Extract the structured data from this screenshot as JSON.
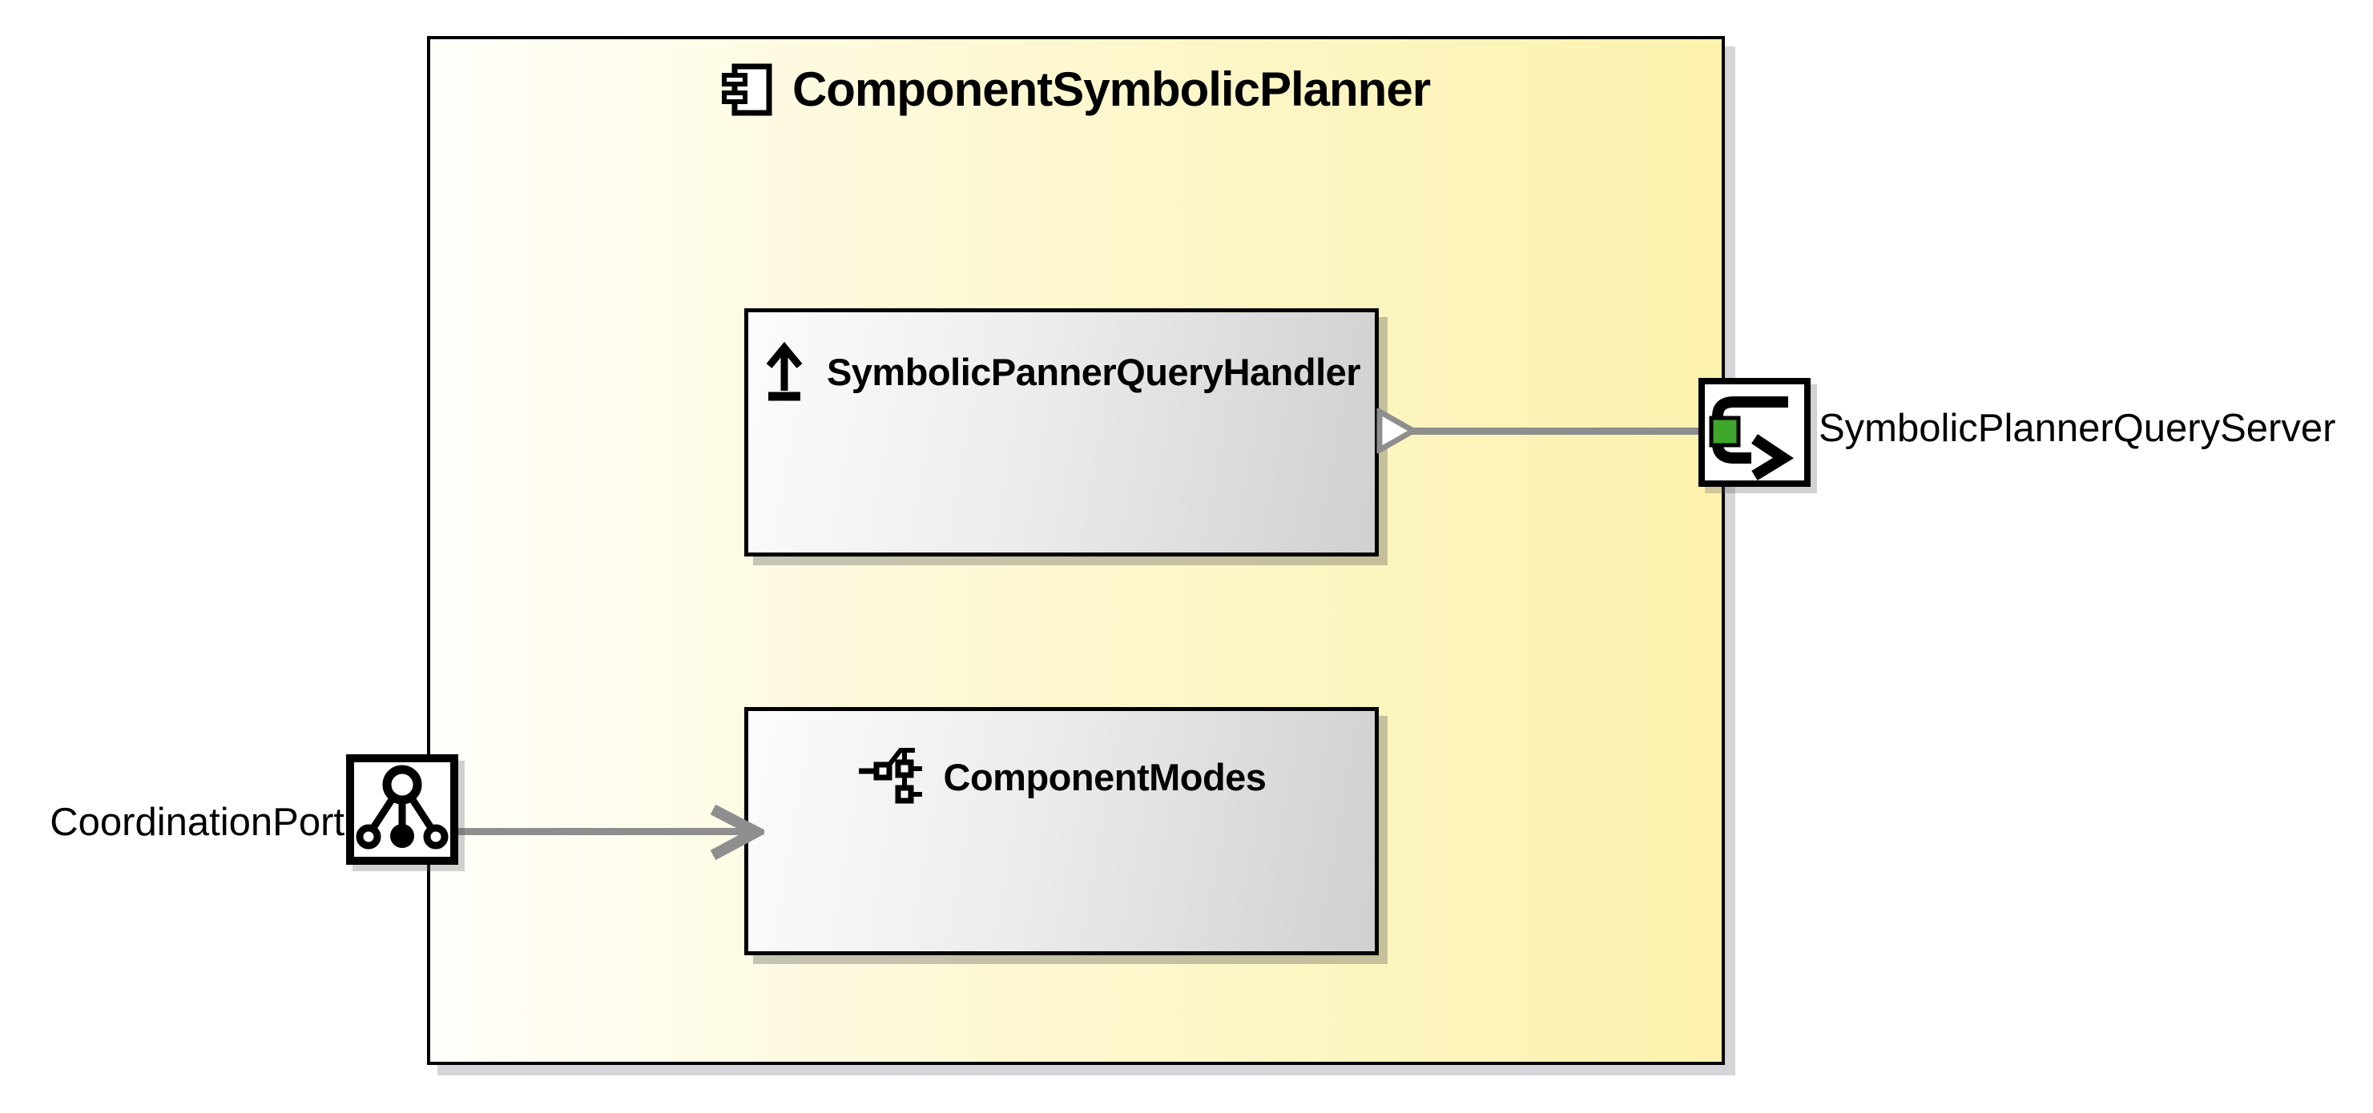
{
  "diagram": {
    "type": "component-diagram",
    "title": "ComponentSymbolicPlanner"
  },
  "inner_components": [
    {
      "name": "SymbolicPannerQueryHandler",
      "icon": "upload-arrow-icon"
    },
    {
      "name": "ComponentModes",
      "icon": "component-modes-tree-icon"
    }
  ],
  "ports": [
    {
      "label": "SymbolicPlannerQueryServer",
      "side": "right",
      "icon": "query-server-loop-arrow-icon"
    },
    {
      "label": "CoordinationPort",
      "side": "left",
      "icon": "coordination-tree-icon"
    }
  ],
  "connectors": [
    {
      "from": "SymbolicPannerQueryHandler",
      "to": "SymbolicPlannerQueryServer",
      "style": "open-triangle-at-source"
    },
    {
      "from": "CoordinationPort",
      "to": "ComponentModes",
      "style": "open-arrowhead-at-target"
    }
  ],
  "colors": {
    "component_fill_start": "#fffefa",
    "component_fill_end": "#fcf2ad",
    "inner_fill_start": "#fcfcfc",
    "inner_fill_end": "#d0d0d0",
    "border": "#000000",
    "connector_gray": "#8e8e8e",
    "port_green": "#3fa62c",
    "shadow": "#d6d6da"
  }
}
